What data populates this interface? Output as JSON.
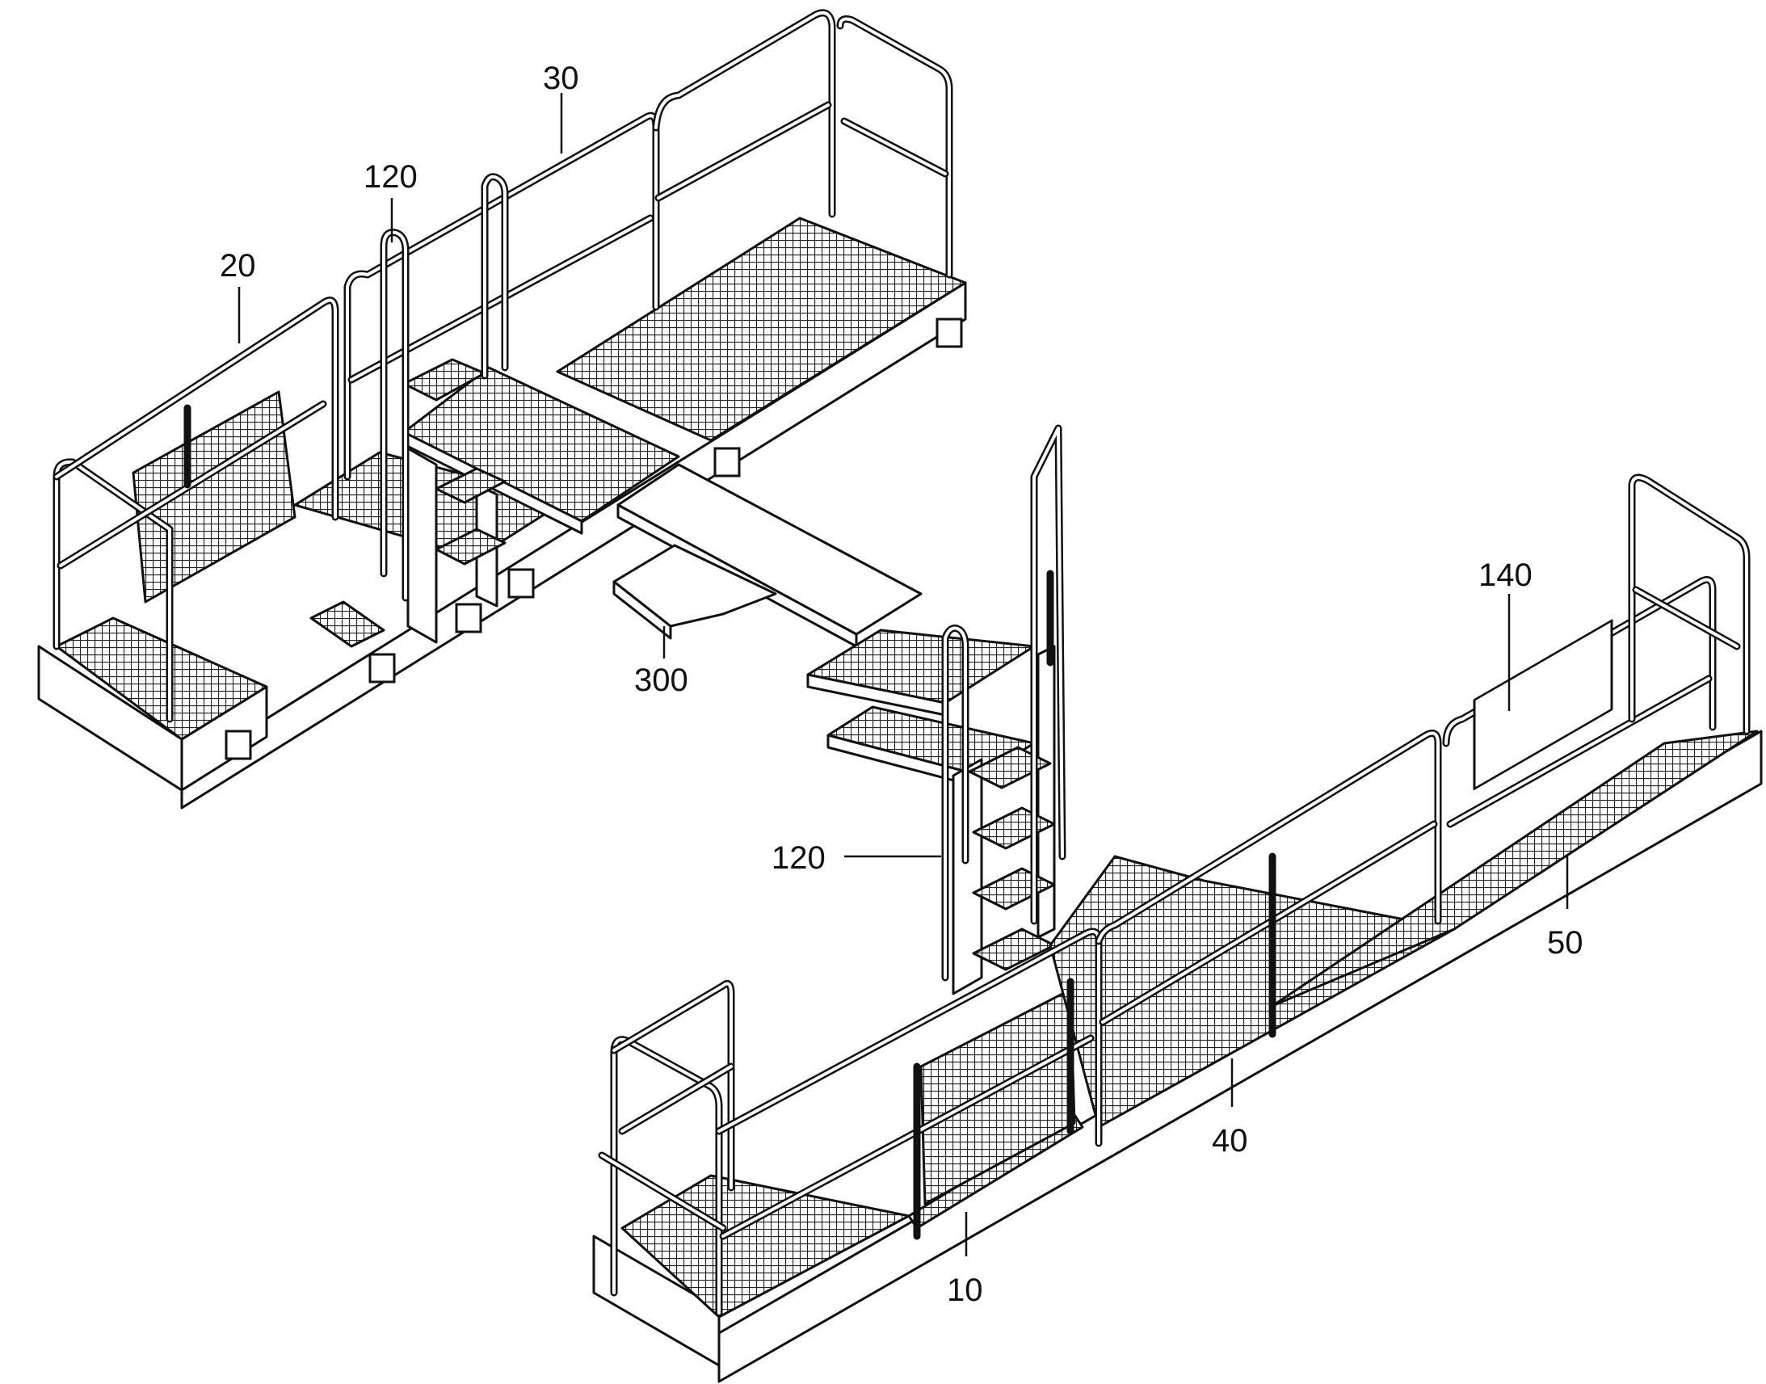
{
  "figure": {
    "labels": {
      "l20": "20",
      "l30": "30",
      "l120a": "120",
      "l120b": "120",
      "l140": "140",
      "l300": "300",
      "l50": "50",
      "l40": "40",
      "l10": "10"
    }
  }
}
